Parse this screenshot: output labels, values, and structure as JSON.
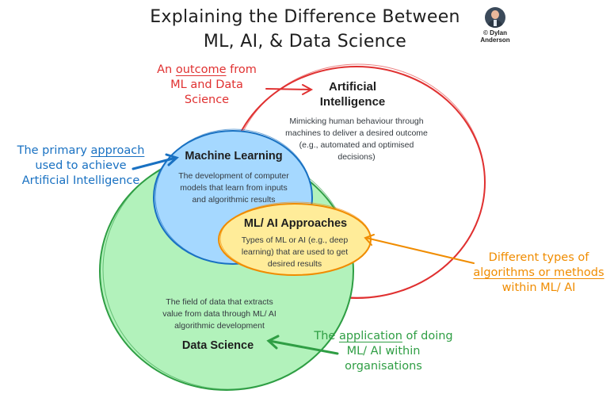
{
  "title": {
    "line1": "Explaining the Difference Between",
    "line2": "ML, AI, & Data Science"
  },
  "credit": {
    "line1": "© Dylan",
    "line2": "Anderson"
  },
  "colors": {
    "ai": "#e03131",
    "ml": "#1971c2",
    "ml_fill": "#a5d8ff",
    "approaches": "#f08c00",
    "approaches_fill": "#ffec99",
    "data_science": "#2f9e44",
    "data_science_fill": "#b2f2bb"
  },
  "nodes": {
    "ai": {
      "title_line1": "Artificial",
      "title_line2": "Intelligence",
      "desc_line1": "Mimicking human behaviour through",
      "desc_line2": "machines to deliver a desired outcome",
      "desc_line3": "(e.g., automated and optimised",
      "desc_line4": "decisions)"
    },
    "ml": {
      "title": "Machine Learning",
      "desc_line1": "The development of computer",
      "desc_line2": "models that learn from inputs",
      "desc_line3": "and algorithmic results"
    },
    "approaches": {
      "title": "ML/ AI Approaches",
      "desc_line1": "Types of ML or AI (e.g., deep",
      "desc_line2": "learning) that are used to get",
      "desc_line3": "desired results"
    },
    "data_science": {
      "title": "Data Science",
      "desc_line1": "The field of data that extracts",
      "desc_line2": "value from data through ML/ AI",
      "desc_line3": "algorithmic development"
    }
  },
  "annotations": {
    "ai": {
      "l1_pre": "An ",
      "l1_em": "outcome",
      "l1_post": " from",
      "line2": "ML and Data",
      "line3": "Science"
    },
    "ml": {
      "l1_pre": "The primary ",
      "l1_em": "approach",
      "line2": "used to achieve",
      "line3": "Artificial Intelligence"
    },
    "approaches": {
      "line1": "Different types of",
      "line2": "algorithms or methods",
      "line3": "within ML/ AI"
    },
    "data_science": {
      "l1_pre": "The ",
      "l1_em": "application",
      "l1_post": " of doing",
      "line2": "ML/ AI within",
      "line3": "organisations"
    }
  }
}
